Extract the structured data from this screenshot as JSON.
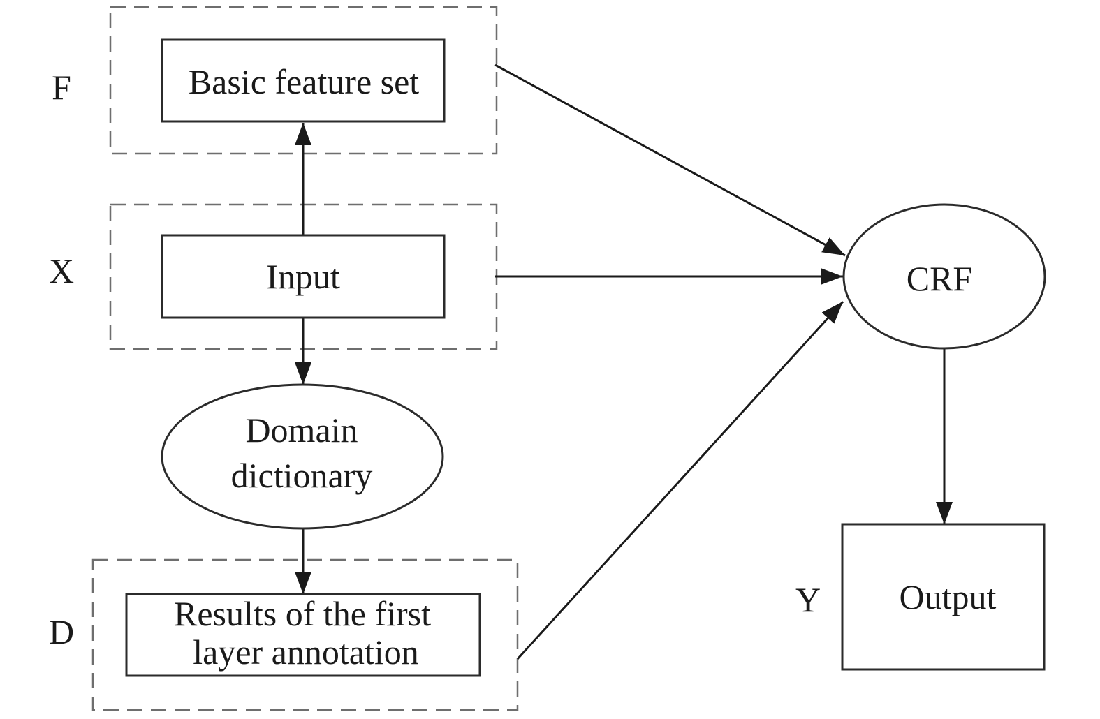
{
  "diagram": {
    "group_labels": {
      "f": "F",
      "x": "X",
      "d": "D",
      "y": "Y"
    },
    "nodes": {
      "basic_feature_set": "Basic feature set",
      "input": "Input",
      "domain_dictionary": [
        "Domain",
        "dictionary"
      ],
      "first_layer_results": [
        "Results of the first",
        "layer annotation"
      ],
      "crf": "CRF",
      "output": "Output"
    },
    "edges": [
      {
        "from": "input",
        "to": "basic_feature_set"
      },
      {
        "from": "input",
        "to": "domain_dictionary"
      },
      {
        "from": "domain_dictionary",
        "to": "first_layer_results"
      },
      {
        "from": "basic_feature_set",
        "to": "crf"
      },
      {
        "from": "input",
        "to": "crf"
      },
      {
        "from": "first_layer_results",
        "to": "crf"
      },
      {
        "from": "crf",
        "to": "output"
      }
    ],
    "colors": {
      "line": "#1a1a1a",
      "dashed_group": "#6e6e6e",
      "background": "#ffffff"
    }
  }
}
